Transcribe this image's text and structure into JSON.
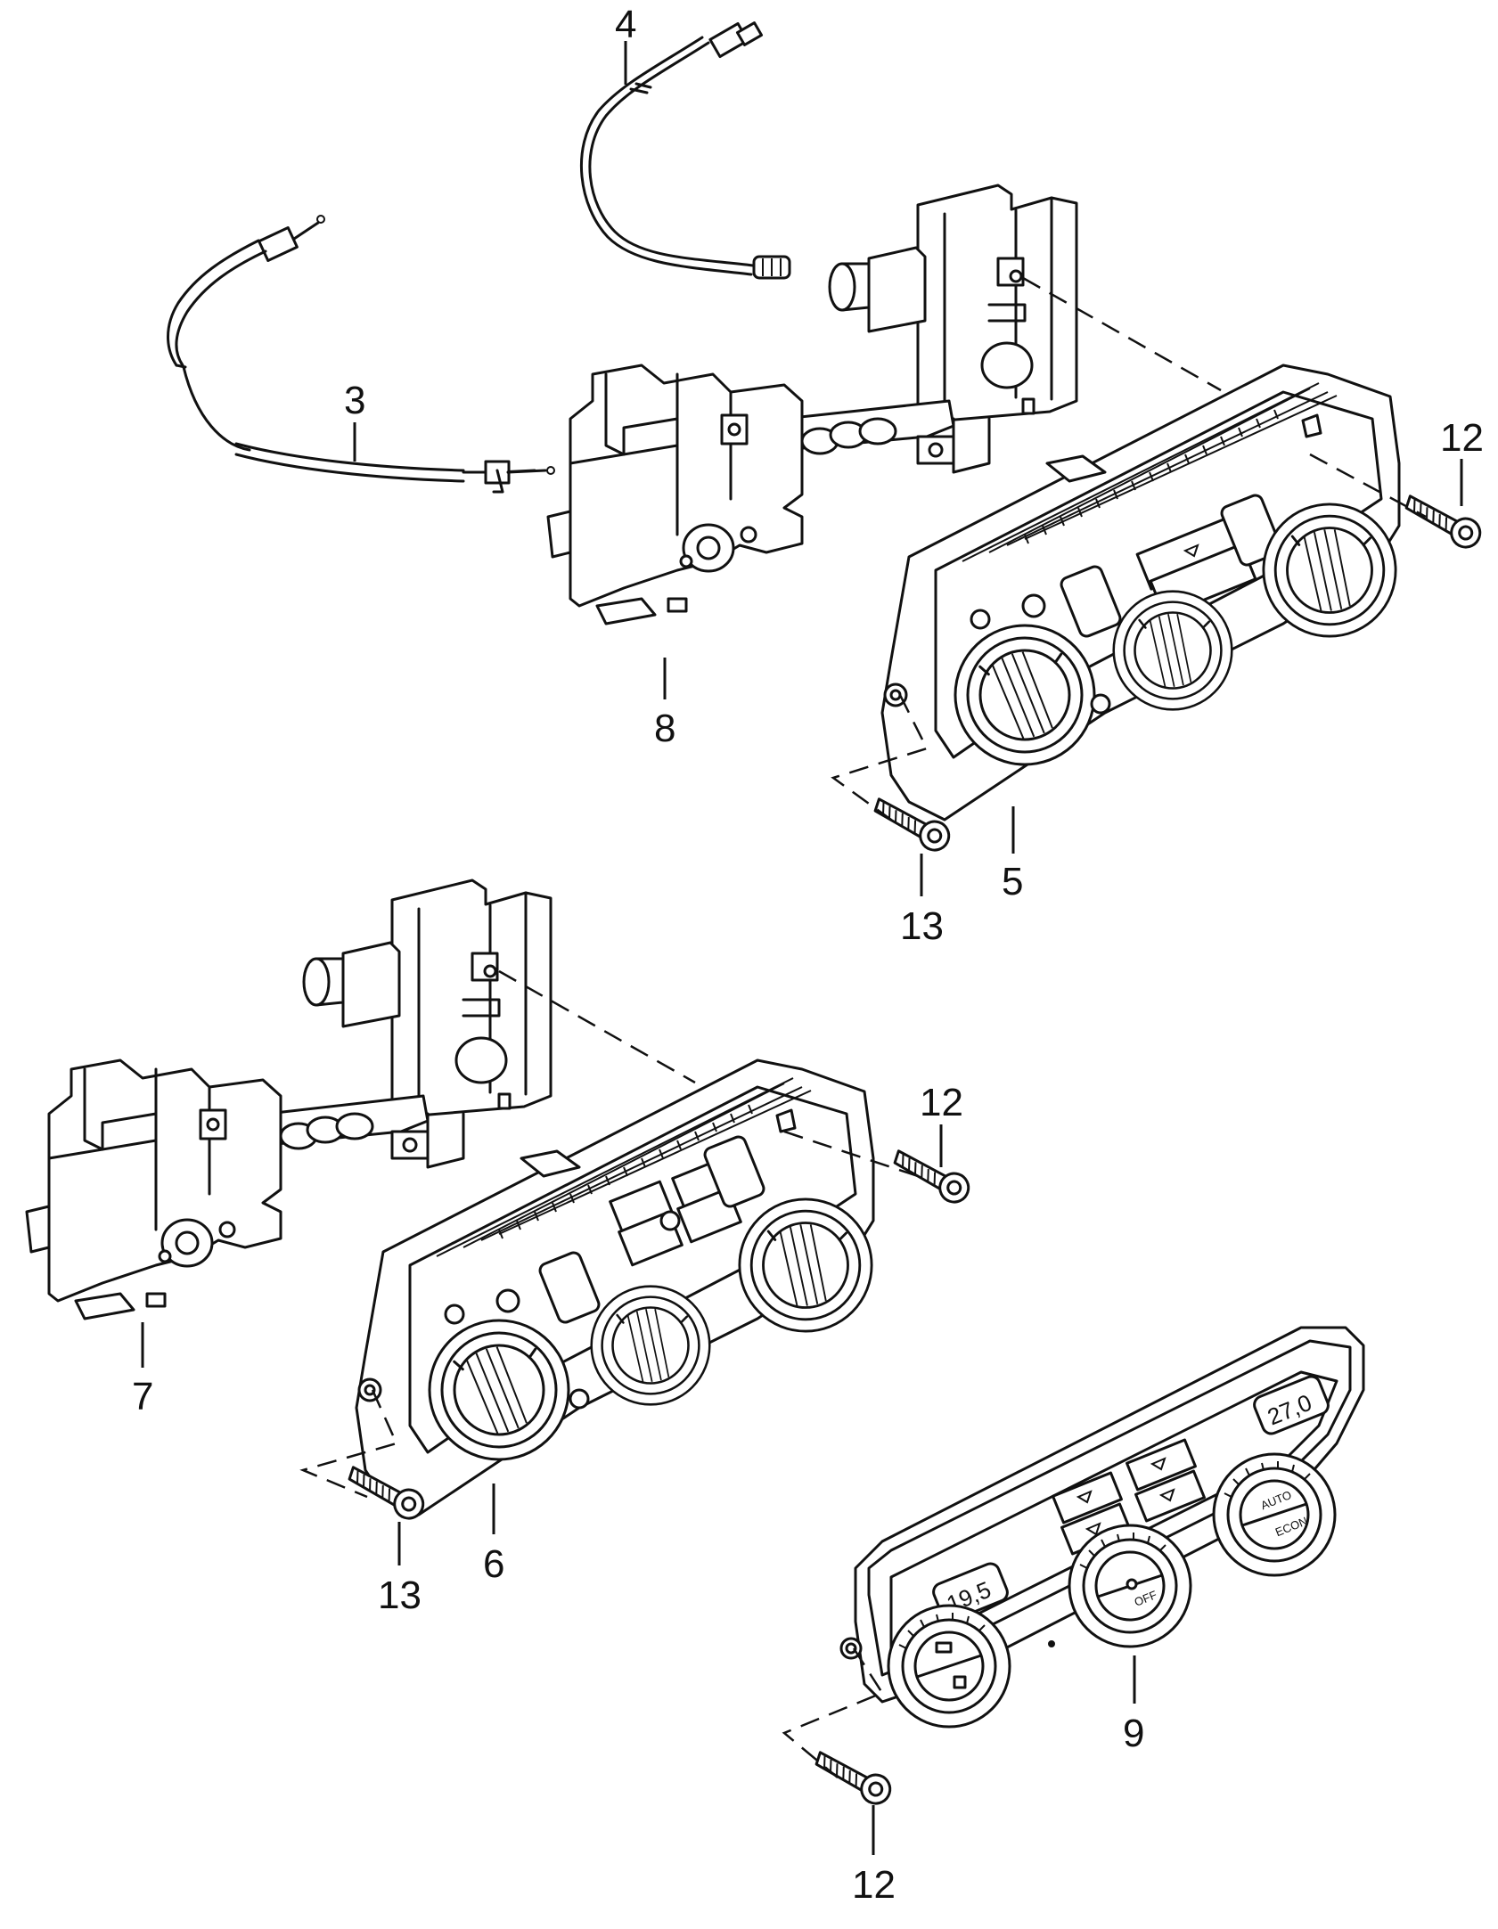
{
  "callouts": {
    "c3": "3",
    "c4": "4",
    "c5": "5",
    "c6": "6",
    "c7": "7",
    "c8": "8",
    "c9": "9",
    "c12a": "12",
    "c12b": "12",
    "c12c": "12",
    "c13a": "13",
    "c13b": "13"
  },
  "climatronic": {
    "display_left": "19,5",
    "display_right": "27,0",
    "label_auto": "AUTO",
    "label_econ": "ECON",
    "label_off": "OFF"
  },
  "colors": {
    "line": "#111111",
    "background": "#ffffff"
  }
}
